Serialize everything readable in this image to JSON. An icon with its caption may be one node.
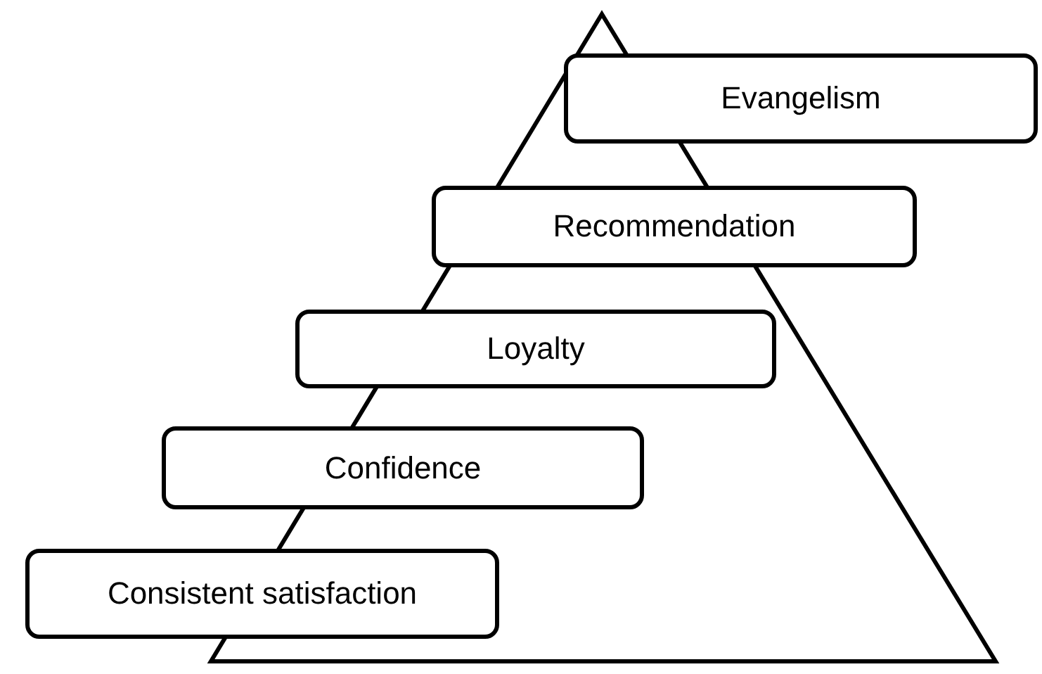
{
  "diagram": {
    "nodes": [
      {
        "text": [
          "Evangelism"
        ]
      },
      {
        "text": [
          "Recommendation"
        ]
      },
      {
        "text": [
          "Loyalty"
        ]
      },
      {
        "text": [
          "Confidence"
        ]
      },
      {
        "text": [
          "Consistent satisfaction"
        ]
      }
    ]
  }
}
